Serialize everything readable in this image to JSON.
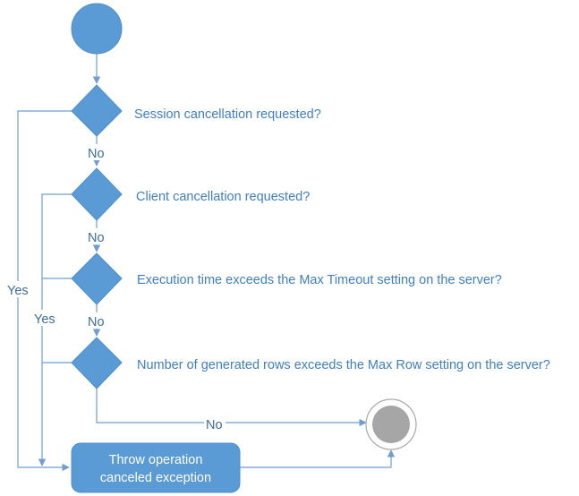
{
  "questions": [
    {
      "label": "Session cancellation requested?"
    },
    {
      "label": "Client cancellation requested?"
    },
    {
      "label": "Execution time exceeds the Max Timeout setting on the server?"
    },
    {
      "label": "Number of generated rows exceeds the Max Row setting on the server?"
    }
  ],
  "edge_labels": {
    "no_1": "No",
    "no_2": "No",
    "no_3": "No",
    "no_final": "No",
    "yes_outer": "Yes",
    "yes_inner": "Yes"
  },
  "action": {
    "line1": "Throw operation",
    "line2": "canceled exception"
  },
  "colors": {
    "node_fill": "#5b9bd5",
    "connector": "#6e9fd3",
    "end_fill": "#a6a6a6"
  }
}
